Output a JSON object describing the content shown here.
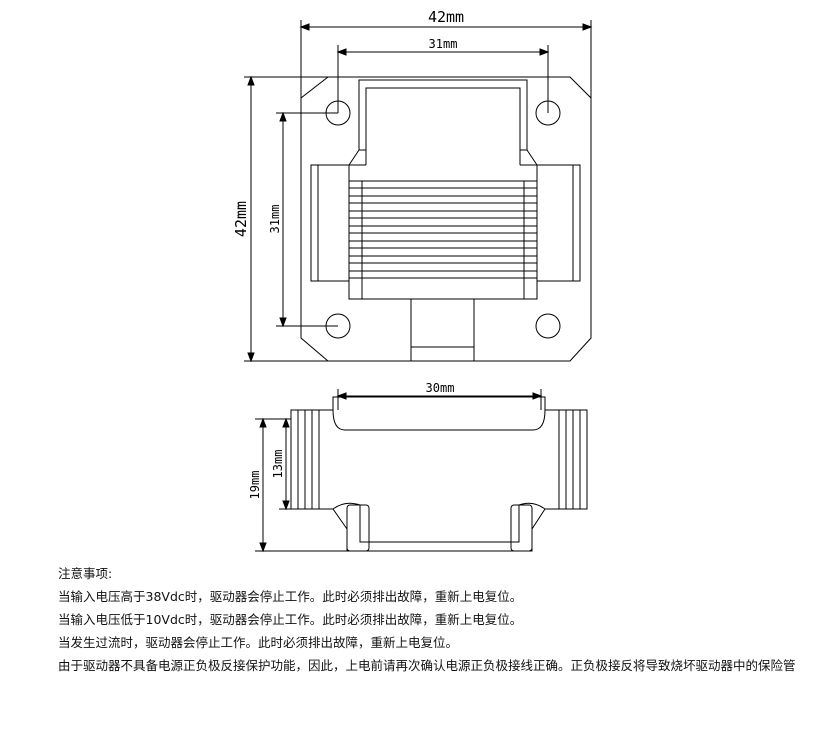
{
  "drawing": {
    "top_view": {
      "width_label": "42mm",
      "hole_span_label": "31mm",
      "height_label": "42mm",
      "hole_vspan_label": "31mm"
    },
    "side_view": {
      "length_label": "30mm",
      "height_label": "19mm",
      "inner_height_label": "13mm"
    }
  },
  "notes": {
    "heading": "注意事项:",
    "items": [
      "当输入电压高于38Vdc时，驱动器会停止工作。此时必须排出故障，重新上电复位。",
      "当输入电压低于10Vdc时，驱动器会停止工作。此时必须排出故障，重新上电复位。",
      "当发生过流时，驱动器会停止工作。此时必须排出故障，重新上电复位。",
      "由于驱动器不具备电源正负极反接保护功能，因此，上电前请再次确认电源正负极接线正确。正负极接反将导致烧坏驱动器中的保险管"
    ]
  }
}
